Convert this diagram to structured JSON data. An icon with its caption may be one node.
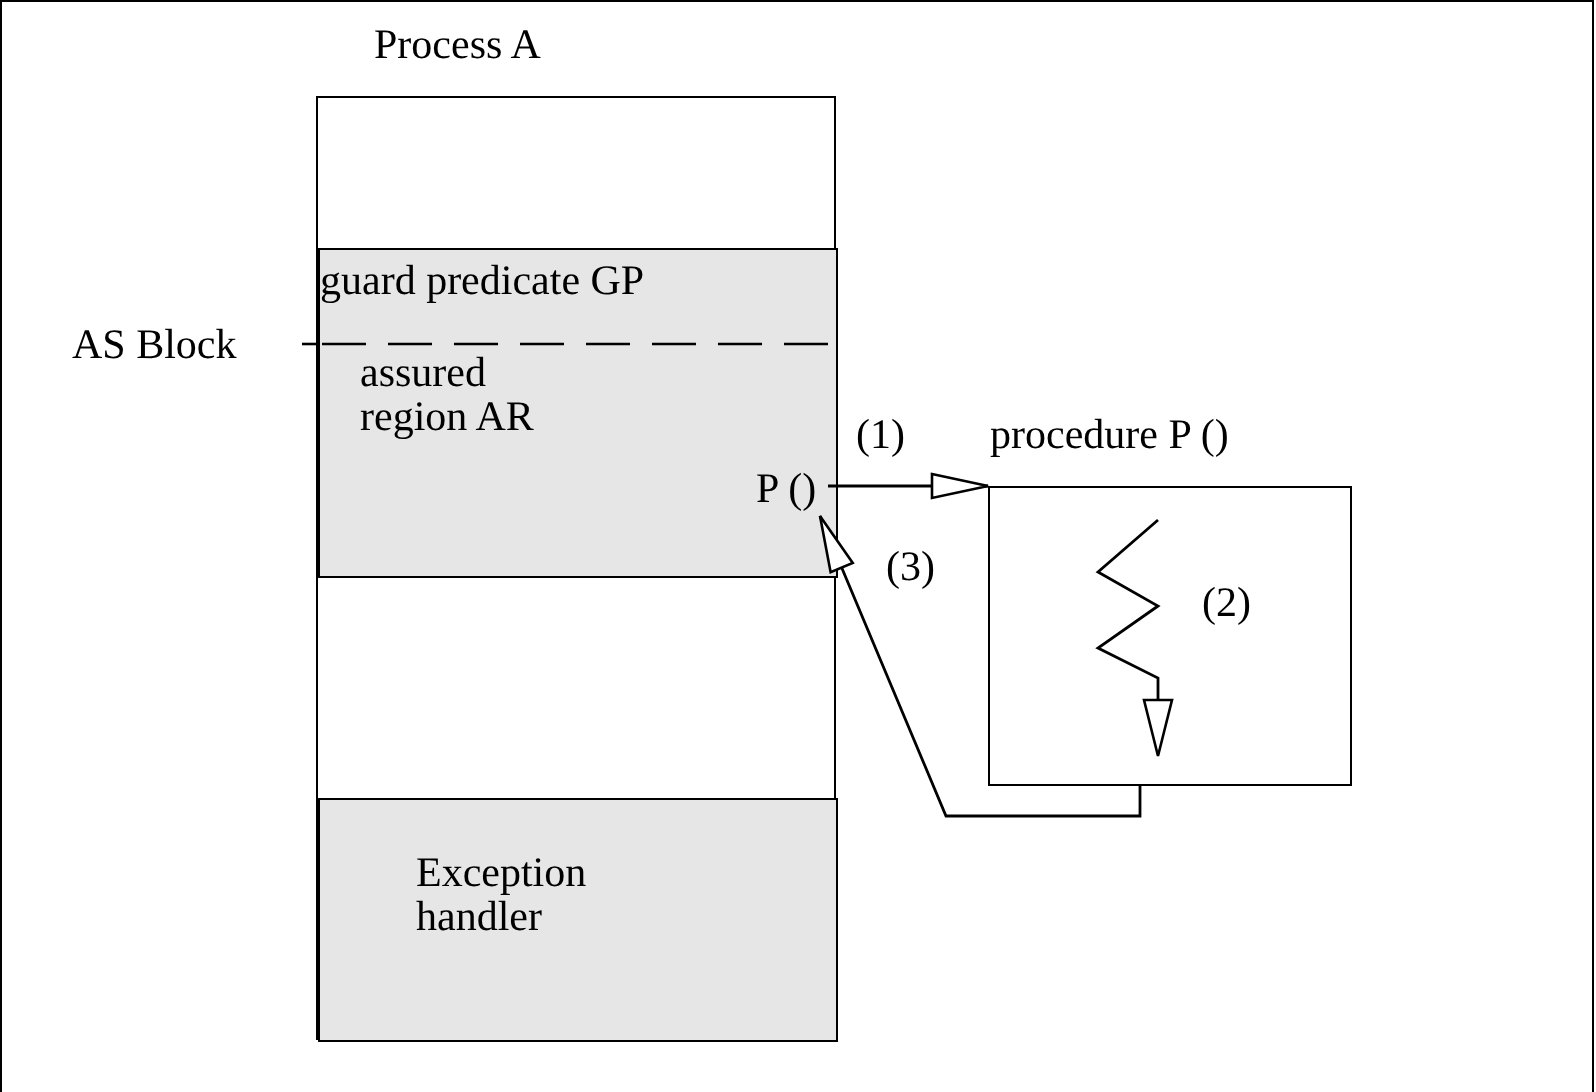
{
  "diagram": {
    "nodes": [
      {
        "text": [
          "Process A"
        ]
      },
      {
        "text": [
          "guard predicate GP",
          "assured region AR"
        ],
        "beside": [
          "AS Block"
        ],
        "in": 0
      },
      {
        "text": [
          "P ()"
        ],
        "in": 1
      },
      {
        "text": [
          "Exception handler"
        ],
        "in": 0
      },
      {
        "text": [
          "procedure P ()",
          "(2)"
        ]
      }
    ],
    "edges": [
      {
        "from": 2,
        "to": 4,
        "arrow": "to",
        "label": "(1)"
      },
      {
        "from": 4,
        "to": 2,
        "arrow": "to",
        "label": "(3)"
      }
    ]
  }
}
